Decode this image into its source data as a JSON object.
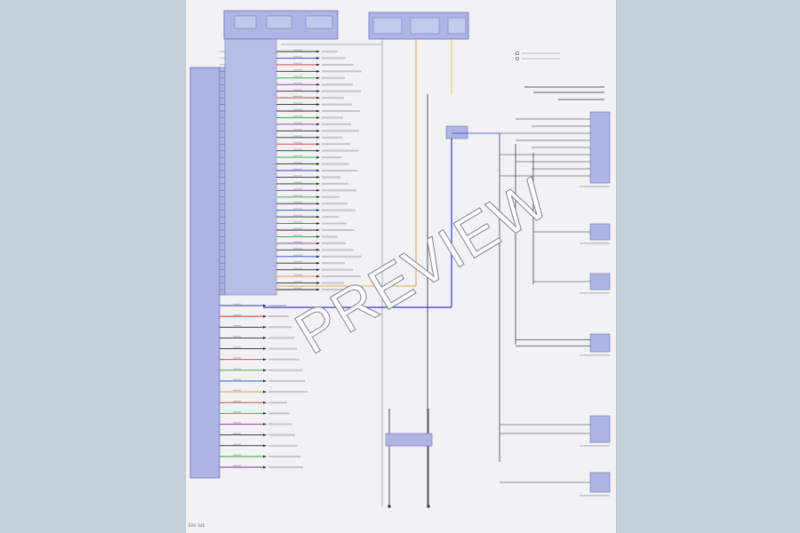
{
  "watermark": "PREVIEW",
  "sheet_label": "EAU 345",
  "colors": {
    "background": "#c4d1db",
    "sheet": "#f2f2f4",
    "module_fill": "#aeb4e4",
    "module_stroke": "#6a74b8",
    "wire_black": "#2b2b2b",
    "wire_blue": "#2c3fd0",
    "wire_red": "#d23030",
    "wire_green": "#2fa040",
    "wire_purple": "#8a2aa0",
    "wire_orange": "#d98a3a",
    "wire_yellow": "#c9c92a",
    "wire_brown": "#8a5a2a",
    "wire_grey": "#9a9a9a"
  },
  "icons": [
    "bolt-arrow-icon",
    "connector-icon"
  ],
  "diagram": {
    "main_module_caption": "",
    "rows": [
      {
        "wire": "black"
      },
      {
        "wire": "blue"
      },
      {
        "wire": "red"
      },
      {
        "wire": "black"
      },
      {
        "wire": "green"
      },
      {
        "wire": "purple"
      },
      {
        "wire": "black"
      },
      {
        "wire": "red"
      },
      {
        "wire": "black"
      },
      {
        "wire": "black"
      },
      {
        "wire": "green"
      },
      {
        "wire": "purple"
      },
      {
        "wire": "black"
      },
      {
        "wire": "black"
      },
      {
        "wire": "red"
      },
      {
        "wire": "black"
      },
      {
        "wire": "green"
      },
      {
        "wire": "black"
      },
      {
        "wire": "blue"
      },
      {
        "wire": "black"
      },
      {
        "wire": "black"
      },
      {
        "wire": "purple"
      },
      {
        "wire": "green"
      },
      {
        "wire": "black"
      },
      {
        "wire": "blue"
      },
      {
        "wire": "black"
      },
      {
        "wire": "red"
      },
      {
        "wire": "black"
      },
      {
        "wire": "green"
      },
      {
        "wire": "purple"
      },
      {
        "wire": "black"
      },
      {
        "wire": "blue"
      },
      {
        "wire": "black"
      },
      {
        "wire": "black"
      },
      {
        "wire": "orange"
      },
      {
        "wire": "black"
      },
      {
        "wire": "black"
      }
    ],
    "lower_rows": [
      {
        "wire": "blue"
      },
      {
        "wire": "red"
      },
      {
        "wire": "black"
      },
      {
        "wire": "black"
      },
      {
        "wire": "black"
      },
      {
        "wire": "red"
      },
      {
        "wire": "green"
      },
      {
        "wire": "blue"
      },
      {
        "wire": "orange"
      },
      {
        "wire": "red"
      },
      {
        "wire": "green"
      },
      {
        "wire": "purple"
      },
      {
        "wire": "black"
      },
      {
        "wire": "black"
      },
      {
        "wire": "green"
      },
      {
        "wire": "purple"
      }
    ],
    "right_modules": [
      {
        "id": "rm1"
      },
      {
        "id": "rm2"
      },
      {
        "id": "rm3"
      },
      {
        "id": "rm4"
      },
      {
        "id": "rm5"
      },
      {
        "id": "rm6"
      }
    ]
  }
}
